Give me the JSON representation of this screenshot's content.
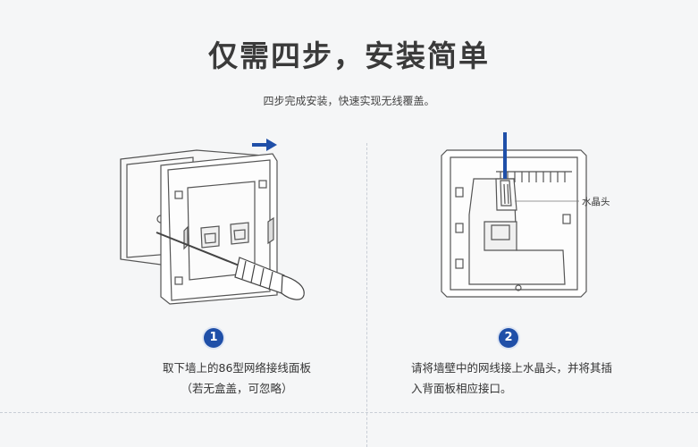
{
  "header": {
    "title": "仅需四步，安装简单",
    "subtitle": "四步完成安装，快速实现无线覆盖。"
  },
  "steps": [
    {
      "number": "1",
      "line1": "取下墙上的86型网络接线面板",
      "line2": "（若无盒盖，可忽略）"
    },
    {
      "number": "2",
      "line1": "请将墙壁中的网线接上水晶头，并将其插",
      "line2": "入背面板相应接口。",
      "callout": "水晶头"
    }
  ],
  "colors": {
    "accent": "#1f4fa8",
    "line": "#555555",
    "background": "#f5f6f7"
  }
}
